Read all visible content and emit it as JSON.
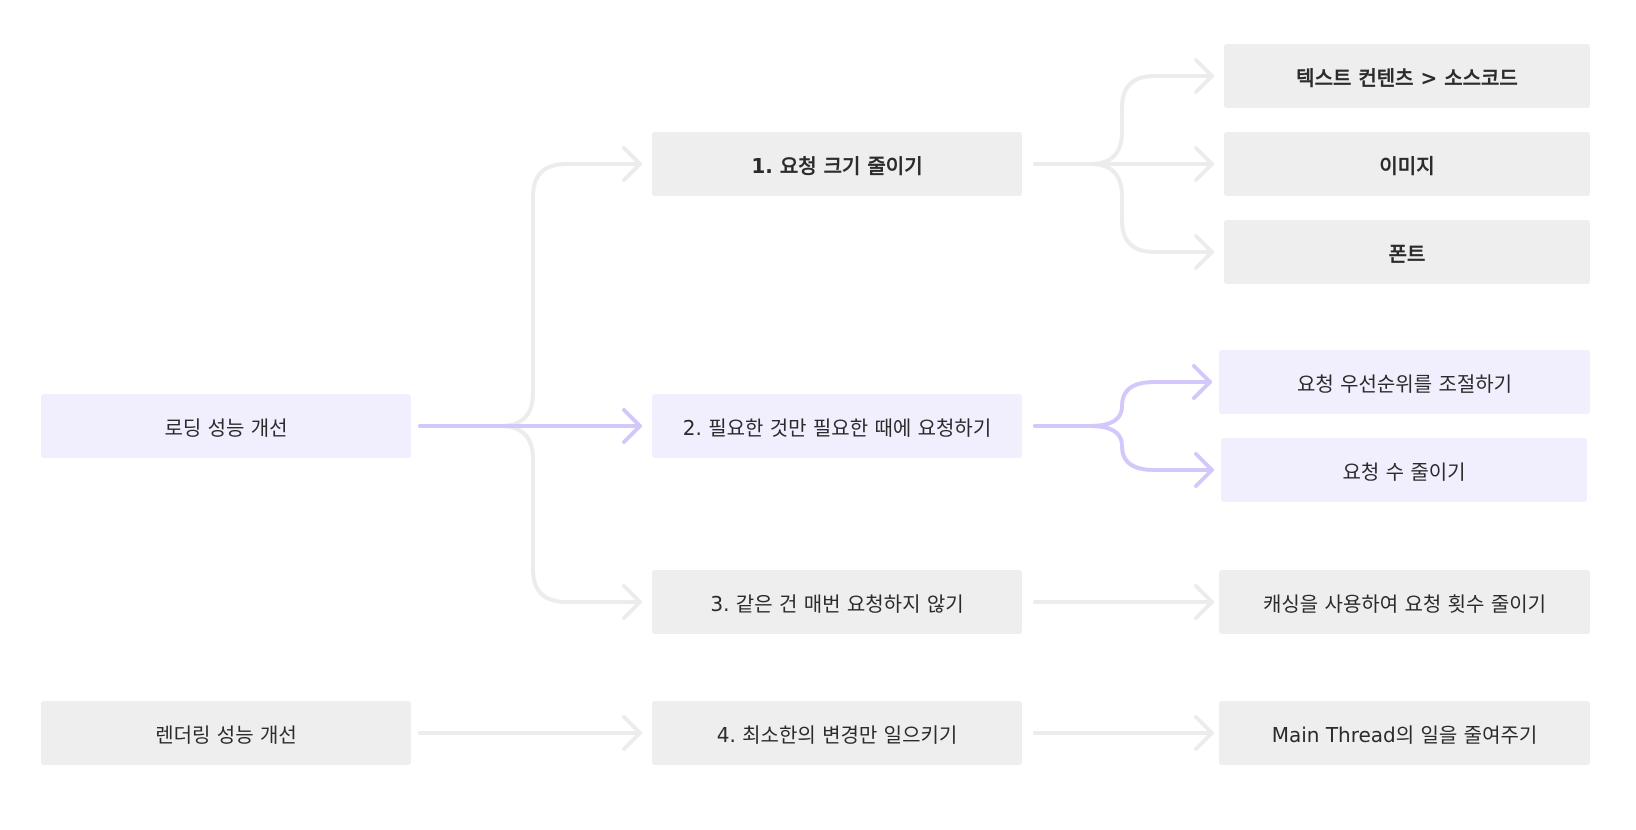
{
  "colors": {
    "gray_box": "#eeeeee",
    "purple_box": "#f1eefd",
    "gray_connector": "#ececec",
    "purple_connector": "#d4c8fb",
    "text": "#2b2b2b"
  },
  "roots": {
    "loading": "로딩 성능 개선",
    "rendering": "렌더링 성능 개선"
  },
  "strategies": {
    "s1": "1. 요청 크기 줄이기",
    "s2": "2. 필요한 것만 필요한 때에 요청하기",
    "s3": "3. 같은 건 매번 요청하지 않기",
    "s4": "4. 최소한의 변경만 일으키기"
  },
  "details": {
    "text_content": "텍스트 컨텐츠 > 소스코드",
    "image": "이미지",
    "font": "폰트",
    "priority": "요청 우선순위를 조절하기",
    "reduce_count": "요청 수 줄이기",
    "caching": "캐싱을 사용하여 요청 횟수 줄이기",
    "main_thread": "Main Thread의 일을 줄여주기"
  }
}
